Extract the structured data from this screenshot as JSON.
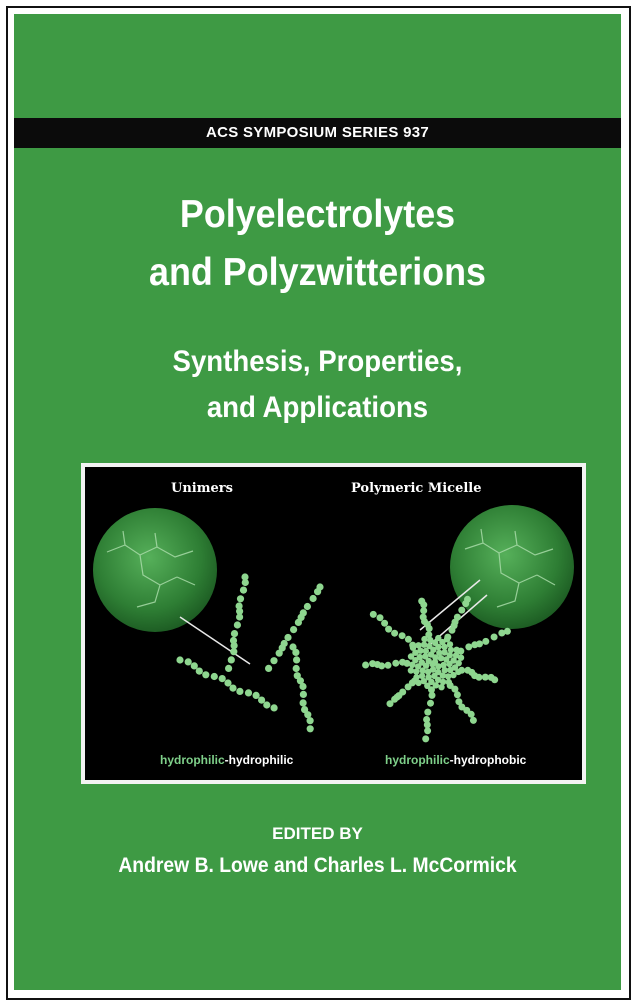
{
  "cover": {
    "series": "ACS SYMPOSIUM SERIES 937",
    "title_line1": "Polyelectrolytes",
    "title_line2": "and Polyzwitterions",
    "subtitle_line1": "Synthesis, Properties,",
    "subtitle_line2": "and Applications",
    "edited_by": "EDITED BY",
    "editors": "Andrew B. Lowe and Charles L. McCormick"
  },
  "figure": {
    "label_left": "Unimers",
    "label_right": "Polymeric Micelle",
    "caption_left_part1": "hydrophilic",
    "caption_left_sep": "-",
    "caption_left_part2": "hydrophilic",
    "caption_right_part1": "hydrophilic",
    "caption_right_sep": "-",
    "caption_right_part2": "hydrophobic"
  },
  "colors": {
    "cover_green": "#3e9a44",
    "series_bar": "#0b0b0b",
    "bead_green": "#8ed68f",
    "caption_light_green": "#7fd08a"
  }
}
